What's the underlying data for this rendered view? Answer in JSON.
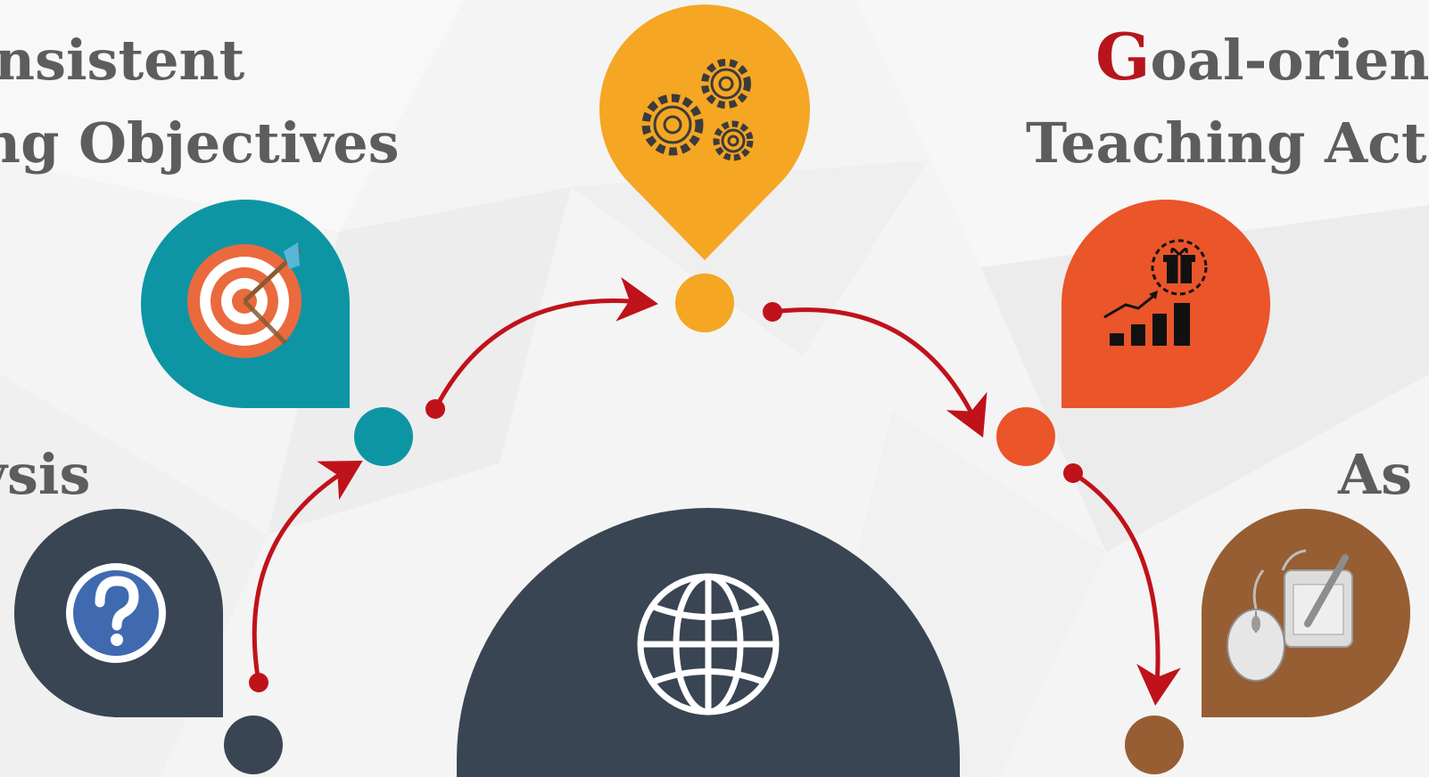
{
  "colors": {
    "teal": "#0e95a4",
    "orange": "#f5a623",
    "red_orange": "#ea5529",
    "navy": "#394553",
    "brown": "#975e33",
    "arrow": "#c0121a",
    "text": "#5d5d5d",
    "accent": "#b8141b"
  },
  "labels": {
    "consistent_line1": "nsistent",
    "consistent_line2": "ng Objectives",
    "goal_initial": "G",
    "goal_rest": "oal-orien",
    "goal_line2": "Teaching Act",
    "analysis": "ysis",
    "assessment": "As"
  },
  "icons": {
    "center": "globe-icon",
    "top": "gears-icon",
    "left_upper": "target-icon",
    "right_upper": "growth-chart-gift-icon",
    "left_lower": "question-icon",
    "right_lower": "mouse-tablet-icon"
  }
}
